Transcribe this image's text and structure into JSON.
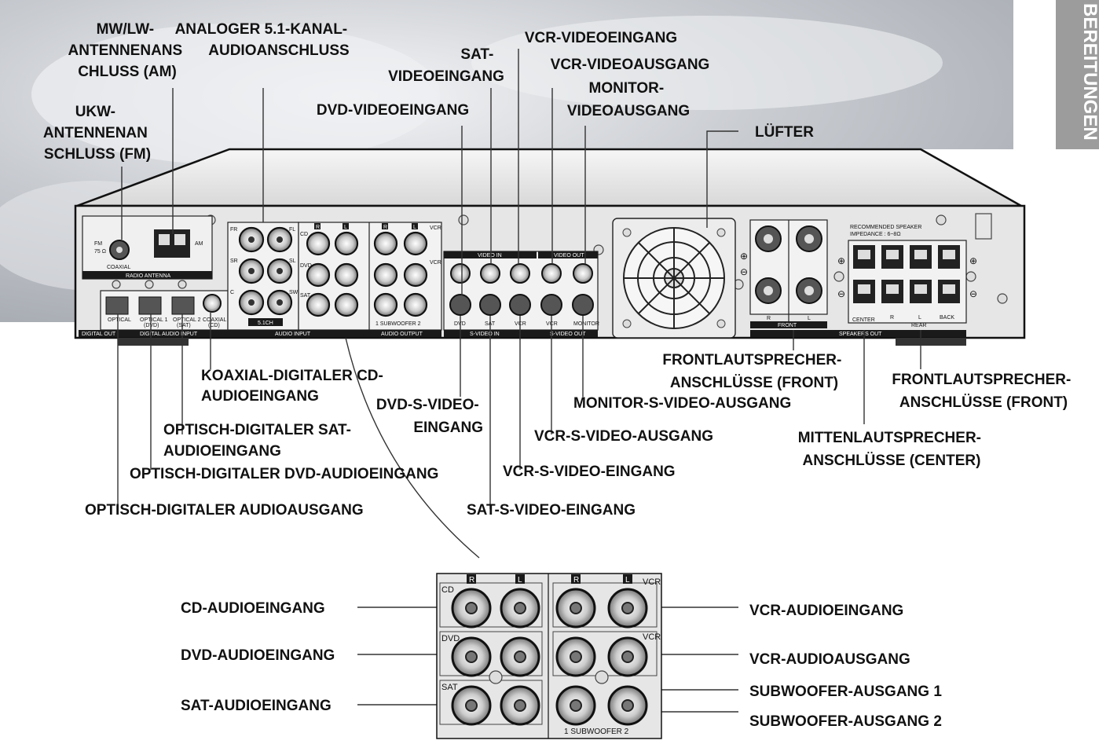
{
  "side_tab": "BEREITUNGEN",
  "labels": {
    "mw_lw": [
      "MW/LW-",
      "ANTENNENANS",
      "CHLUSS (AM)"
    ],
    "analog51": [
      "ANALOGER 5.1-KANAL-",
      "AUDIOANSCHLUSS"
    ],
    "ukw": [
      "UKW-",
      "ANTENNENAN",
      "SCHLUSS (FM)"
    ],
    "sat_video_in": [
      "SAT-",
      "VIDEOEINGANG"
    ],
    "dvd_video_in": "DVD-VIDEOEINGANG",
    "vcr_video_in": "VCR-VIDEOEINGANG",
    "vcr_video_out": "VCR-VIDEOAUSGANG",
    "monitor_video_out": [
      "MONITOR-",
      "VIDEOAUSGANG"
    ],
    "fan": "LÜFTER",
    "coax_cd": [
      "KOAXIAL-DIGITALER CD-",
      "AUDIOEINGANG"
    ],
    "opt_sat": [
      "OPTISCH-DIGITALER SAT-",
      "AUDIOEINGANG"
    ],
    "opt_dvd": "OPTISCH-DIGITALER DVD-AUDIOEINGANG",
    "opt_out": "OPTISCH-DIGITALER AUDIOAUSGANG",
    "dvd_svideo_in": [
      "DVD-S-VIDEO-",
      "EINGANG"
    ],
    "sat_svideo_in": "SAT-S-VIDEO-EINGANG",
    "vcr_svideo_in": "VCR-S-VIDEO-EINGANG",
    "vcr_svideo_out": "VCR-S-VIDEO-AUSGANG",
    "monitor_svideo_out": "MONITOR-S-VIDEO-AUSGANG",
    "front_speakers": [
      "FRONTLAUTSPRECHER-",
      "ANSCHLÜSSE (FRONT)"
    ],
    "front_speakers_2": [
      "FRONTLAUTSPRECHER-",
      "ANSCHLÜSSE (FRONT)"
    ],
    "center_speakers": [
      "MITTENLAUTSPRECHER-",
      "ANSCHLÜSSE (CENTER)"
    ],
    "cd_audio_in": "CD-AUDIOEINGANG",
    "dvd_audio_in": "DVD-AUDIOEINGANG",
    "sat_audio_in": "SAT-AUDIOEINGANG",
    "vcr_audio_in": "VCR-AUDIOEINGANG",
    "vcr_audio_out": "VCR-AUDIOAUSGANG",
    "sub_out_1": "SUBWOOFER-AUSGANG 1",
    "sub_out_2": "SUBWOOFER-AUSGANG 2"
  },
  "panel": {
    "fm": "FM",
    "fm_ohm": "75 Ω",
    "coaxial": "COAXIAL",
    "am": "AM",
    "radio_antenna": "RADIO ANTENNA",
    "optical": "OPTICAL",
    "optical1": "OPTICAL 1",
    "dvd_paren": "(DVD)",
    "optical2": "OPTICAL 2",
    "sat_paren": "(SAT)",
    "coaxial_short": "COAXIAL",
    "cd_paren": "(CD)",
    "digital_out": "DIGITAL OUT",
    "digital_audio_input": "DIGITAL AUDIO INPUT",
    "ch_fr": "FR",
    "ch_fl": "FL",
    "ch_sr": "SR",
    "ch_sl": "SL",
    "ch_c": "C",
    "ch_sw": "SW",
    "ch51": "5.1CH",
    "audio_input": "AUDIO INPUT",
    "audio_output": "AUDIO OUTPUT",
    "cd": "CD",
    "dvd": "DVD",
    "sat": "SAT",
    "vcr": "VCR",
    "r": "R",
    "l": "L",
    "subwoofer": "1   SUBWOOFER   2",
    "video_in": "VIDEO IN",
    "video_out": "VIDEO OUT",
    "s_video_in": "S-VIDEO IN",
    "s_video_out": "S-VIDEO OUT",
    "sv_dvd": "DVD",
    "sv_sat": "SAT",
    "sv_vcr": "VCR",
    "sv_vcr2": "VCR",
    "sv_monitor": "MONITOR",
    "rec_speaker": "RECOMMENDED SPEAKER",
    "impedance": "IMPEDANCE : 6~8Ω",
    "front": "FRONT",
    "center": "CENTER",
    "rear": "REAR",
    "back": "BACK",
    "speakers_out": "SPEAKERS OUT",
    "plus": "⊕",
    "minus": "⊖"
  },
  "zoom": {
    "r": "R",
    "l": "L",
    "cd": "CD",
    "dvd": "DVD",
    "sat": "SAT",
    "vcr": "VCR",
    "subwoofer": "1   SUBWOOFER   2"
  },
  "colors": {
    "panel": "#e6e6e6",
    "dark": "#1a1a1a",
    "sky": "#b8bcc2"
  }
}
